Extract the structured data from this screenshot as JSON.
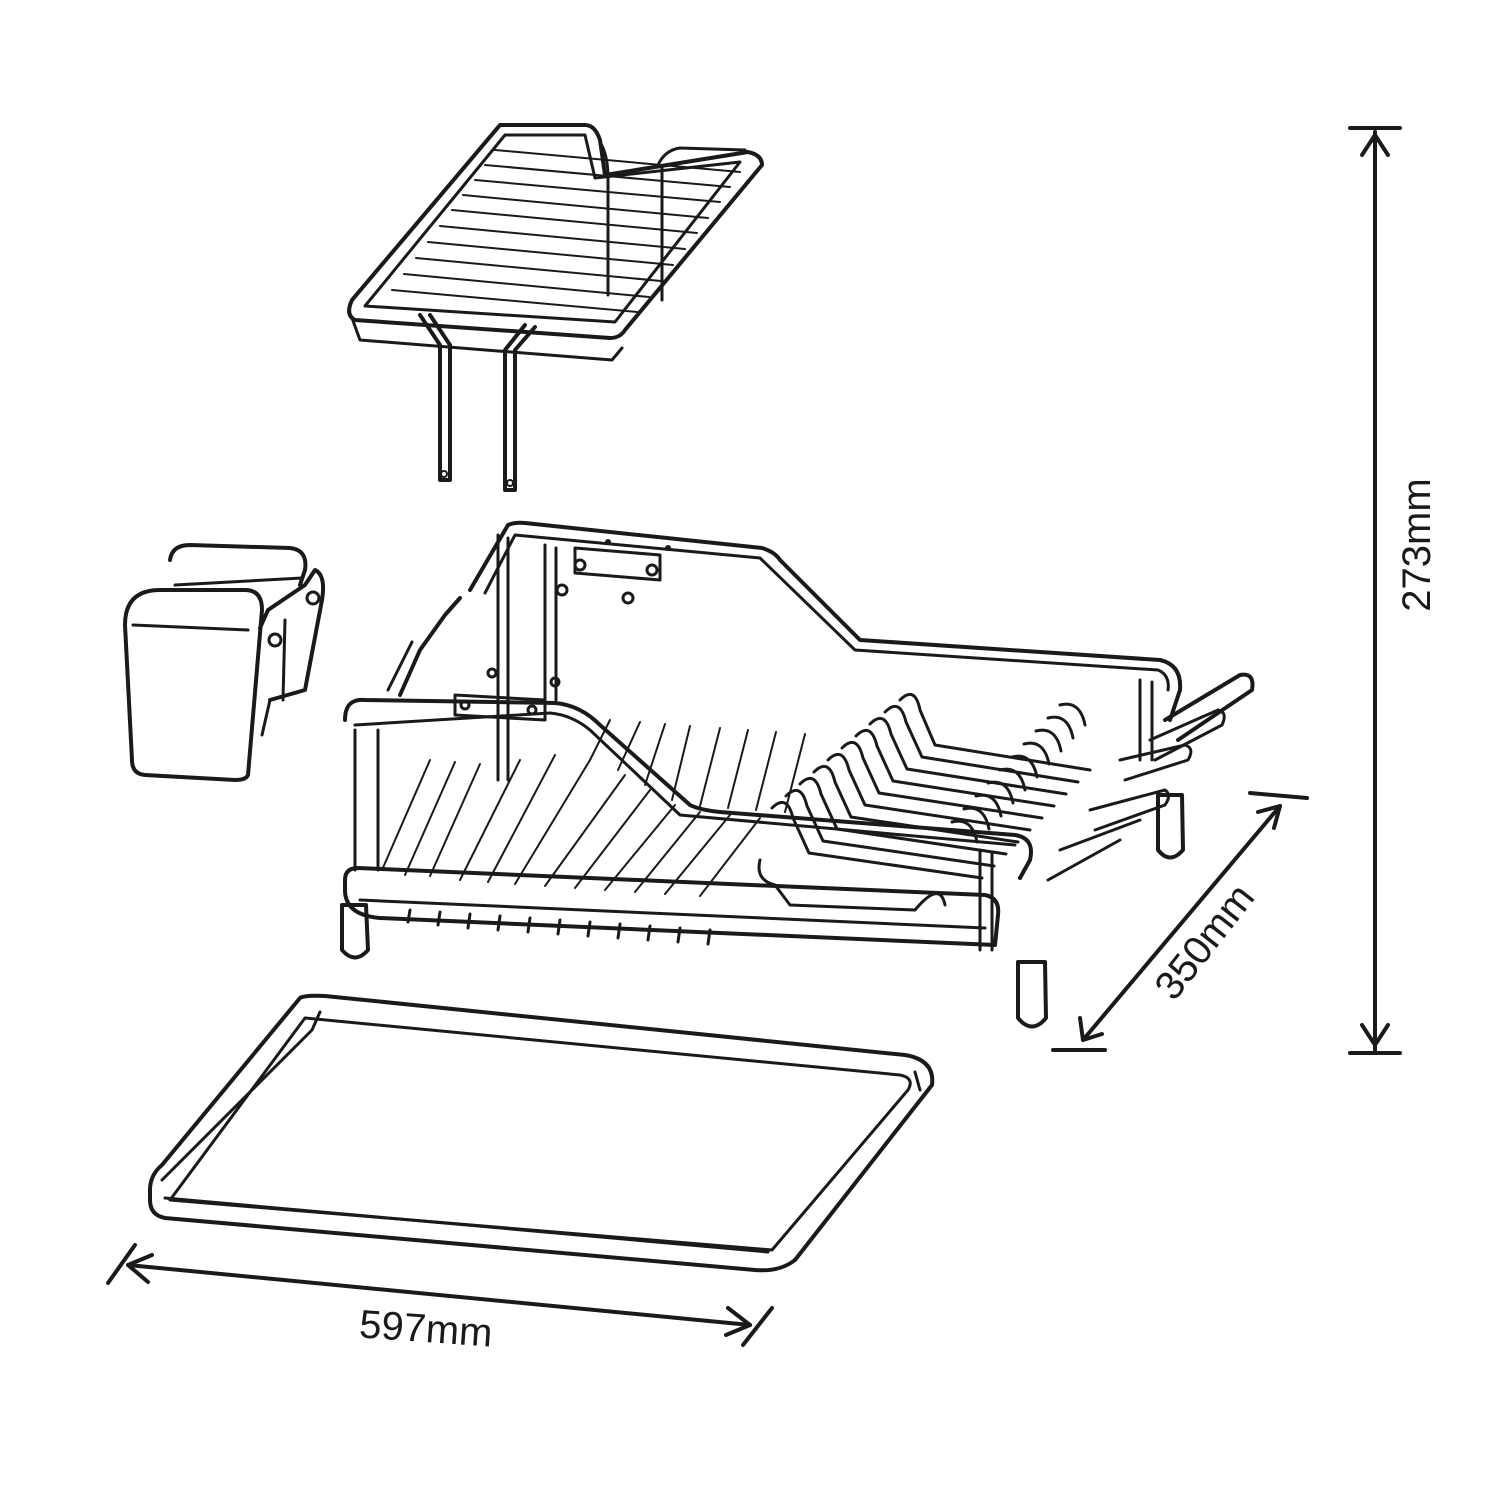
{
  "dimensions": {
    "height": "273mm",
    "depth": "350mm",
    "width": "597mm"
  },
  "colors": {
    "line": "#1a1a1a",
    "background": "#ffffff"
  }
}
